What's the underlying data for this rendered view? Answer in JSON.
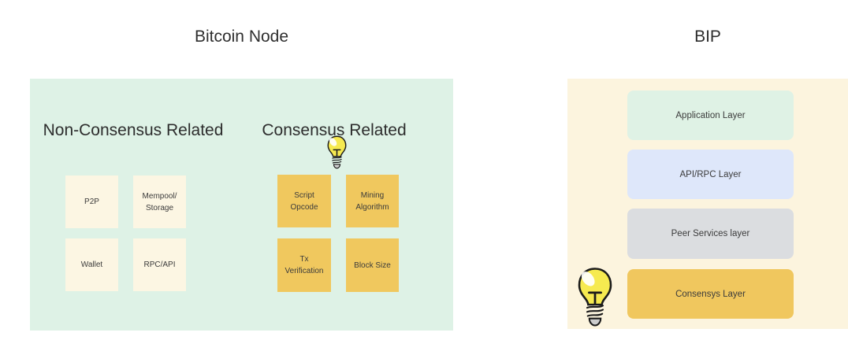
{
  "page": {
    "background": "#ffffff"
  },
  "bitcoin_node": {
    "title": "Bitcoin Node",
    "panel_color": "#DEF2E6",
    "non_consensus": {
      "heading": "Non-Consensus Related",
      "box_color": "#FCF6E3",
      "boxes": [
        {
          "label": "P2P"
        },
        {
          "label": "Mempool/\nStorage"
        },
        {
          "label": "Wallet"
        },
        {
          "label": "RPC/API"
        }
      ]
    },
    "consensus": {
      "heading": "Consensus Related",
      "box_color": "#F0C85E",
      "boxes": [
        {
          "label": "Script Opcode"
        },
        {
          "label": "Mining\nAlgorithm"
        },
        {
          "label": "Tx Verification"
        },
        {
          "label": "Block Size"
        }
      ]
    }
  },
  "bip": {
    "title": "BIP",
    "panel_color": "#FCF4DE",
    "layers": [
      {
        "label": "Application Layer",
        "color": "#DFF2E5"
      },
      {
        "label": "API/RPC Layer",
        "color": "#DEE7FA"
      },
      {
        "label": "Peer Services layer",
        "color": "#DBDDE0"
      },
      {
        "label": "Consensys Layer",
        "color": "#F0C75E"
      }
    ]
  },
  "icons": {
    "consensus_lightbulb": "lightbulb-icon",
    "bip_lightbulb": "lightbulb-icon",
    "bulb_fill": "#F6EA50",
    "bulb_outline": "#1b1b1b",
    "bulb_base": "#CCCCCC"
  }
}
